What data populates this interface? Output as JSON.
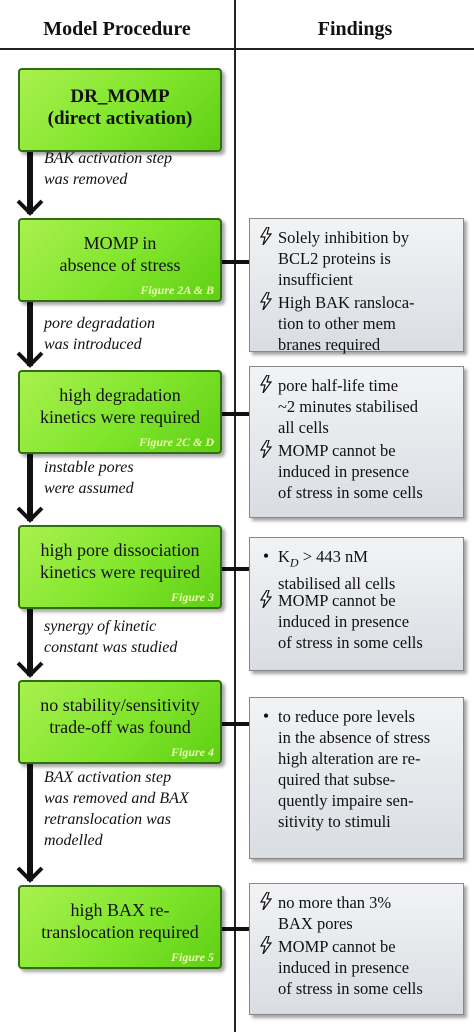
{
  "header": {
    "left": "Model Procedure",
    "right": "Findings"
  },
  "procedure": [
    {
      "lines": [
        "DR_MOMP",
        "(direct activation)"
      ],
      "figure": "",
      "bold": true
    },
    {
      "lines": [
        "MOMP in",
        "absence of stress"
      ],
      "figure": "Figure 2A & B"
    },
    {
      "lines": [
        "high degradation",
        "kinetics were required"
      ],
      "figure": "Figure 2C & D"
    },
    {
      "lines": [
        "high pore dissociation",
        "kinetics were required"
      ],
      "figure": "Figure 3"
    },
    {
      "lines": [
        "no stability/sensitivity",
        "trade-off was found"
      ],
      "figure": "Figure 4"
    },
    {
      "lines": [
        "high BAX re-",
        "translocation required"
      ],
      "figure": "Figure 5"
    }
  ],
  "steps": [
    [
      "BAK activation step",
      "was removed"
    ],
    [
      "pore degradation",
      "was introduced"
    ],
    [
      "instable pores",
      "were assumed"
    ],
    [
      "synergy of kinetic",
      "constant was studied"
    ],
    [
      "BAX activation step",
      "was removed and BAX",
      "retranslocation was",
      "modelled"
    ]
  ],
  "findings": [
    [
      {
        "icon": "lightning-icon",
        "lines": [
          "Solely inhibition by",
          "BCL2 proteins is",
          "insufficient"
        ]
      },
      {
        "icon": "lightning-icon",
        "lines": [
          "High BAK ransloca-",
          "tion to other mem",
          "branes required"
        ]
      }
    ],
    [
      {
        "icon": "lightning-icon",
        "lines": [
          "pore half-life time",
          "~2 minutes stabilised",
          "all cells"
        ]
      },
      {
        "icon": "lightning-icon",
        "lines": [
          "MOMP cannot be",
          "induced in presence",
          "of stress in some cells"
        ]
      }
    ],
    [
      {
        "icon": "dot-icon",
        "lines": [
          "K_D > 443 nM",
          "stabilised all cells"
        ]
      },
      {
        "icon": "lightning-icon",
        "lines": [
          "MOMP cannot be",
          "induced in presence",
          "of stress in some cells"
        ]
      }
    ],
    [
      {
        "icon": "dot-icon",
        "lines": [
          "to reduce pore levels",
          "in the absence of stress",
          "high alteration are re-",
          "quired that subse-",
          "quently impaire sen-",
          "sitivity to stimuli"
        ]
      }
    ],
    [
      {
        "icon": "lightning-icon",
        "lines": [
          "no more than 3%",
          "BAX pores"
        ]
      },
      {
        "icon": "lightning-icon",
        "lines": [
          "MOMP cannot be",
          "induced in presence",
          "of stress in some cells"
        ]
      }
    ]
  ]
}
